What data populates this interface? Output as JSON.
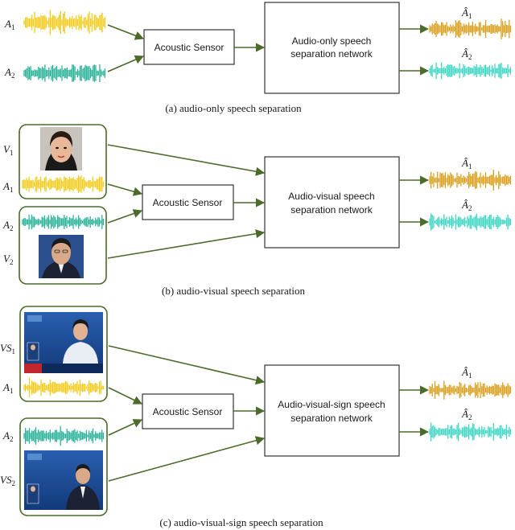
{
  "colors": {
    "a1_wave": "#f2cc20",
    "a2_wave": "#2bb39a",
    "out1_wave": "#d9a020",
    "out2_wave": "#40d6c4",
    "arrow": "#4a6b2a",
    "group_border": "#4a6b2a",
    "box_border": "#333333"
  },
  "panel_a": {
    "inputs": {
      "a1": "A",
      "a1_sub": "1",
      "a2": "A",
      "a2_sub": "2"
    },
    "sensor": "Acoustic Sensor",
    "network_line1": "Audio-only speech",
    "network_line2": "separation network",
    "out1": "Â",
    "out1_sub": "1",
    "out2": "Â",
    "out2_sub": "2",
    "caption": "(a) audio-only speech separation"
  },
  "panel_b": {
    "inputs": {
      "v1": "V",
      "v1_sub": "1",
      "a1": "A",
      "a1_sub": "1",
      "a2": "A",
      "a2_sub": "2",
      "v2": "V",
      "v2_sub": "2"
    },
    "sensor": "Acoustic Sensor",
    "network_line1": "Audio-visual speech",
    "network_line2": "separation network",
    "out1": "Â",
    "out1_sub": "1",
    "out2": "Â",
    "out2_sub": "2",
    "caption": "(b) audio-visual speech separation"
  },
  "panel_c": {
    "inputs": {
      "vs1": "VS",
      "vs1_sub": "1",
      "a1": "A",
      "a1_sub": "1",
      "a2": "A",
      "a2_sub": "2",
      "vs2": "VS",
      "vs2_sub": "2"
    },
    "sensor": "Acoustic Sensor",
    "network_line1": "Audio-visual-sign speech",
    "network_line2": "separation network",
    "out1": "Â",
    "out1_sub": "1",
    "out2": "Â",
    "out2_sub": "2",
    "caption": "(c) audio-visual-sign speech separation"
  }
}
